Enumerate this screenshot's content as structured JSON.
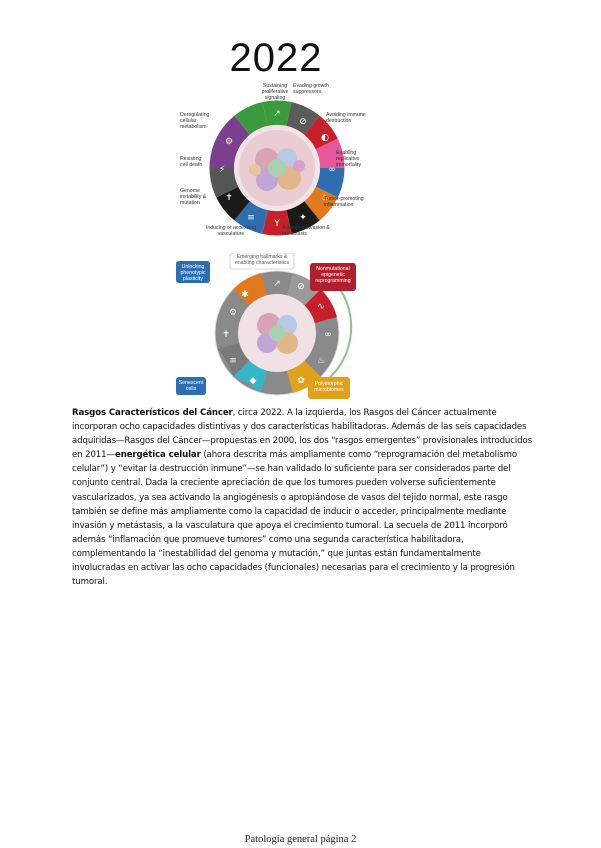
{
  "figure": {
    "year": "2022",
    "hallmarks": {
      "sustaining": "Sustaining proliferative signaling",
      "evading": "Evading growth suppressors",
      "avoiding": "Avoiding immune destruction",
      "enabling": "Enabling replicative immortality",
      "tumor_promoting": "Tumor-promoting inflammation",
      "activating": "Activating invasion & metastasis",
      "inducing": "Inducing or accessing vasculature",
      "genome": "Genome instability & mutation",
      "resisting": "Resisting cell death",
      "deregulating": "Deregulating cellular metabolism"
    },
    "emerging": {
      "header": "Emerging hallmarks & enabling characteristics",
      "unlocking": "Unlocking phenotypic plasticity",
      "nonmutational": "Nonmutational epigenetic reprogramming",
      "senescent": "Senescent cells",
      "polymorphic": "Polymorphic microbiomes"
    },
    "colors": {
      "green": "#3a9a3c",
      "purple": "#7a3f8f",
      "blue": "#2e6db0",
      "red": "#c8202a",
      "orange": "#e07a1c",
      "gray": "#8a8a8a"
    }
  },
  "caption": {
    "title": "Rasgos Característicos del Cáncer",
    "t1": ", circa 2022. A la izquierda, los Rasgos del Cáncer actualmente incorporan ocho capacidades distintivas y dos características habilitadoras. Además de las seis capacidades adquiridas—Rasgos del Cáncer—propuestas en 2000, los dos “rasgos emergentes” provisionales introducidos en 2011—",
    "bold2": "energética celular",
    "t2": " (ahora descrita más ampliamente como “reprogramación del metabolismo celular”) y “evitar la destrucción inmune”—se han validado lo suficiente para ser considerados parte del conjunto central. Dada la creciente apreciación de que los tumores pueden volverse suficientemente vascularizados, ya sea activando la angiogénesis o apropiándose de vasos del tejido normal, este rasgo también se define más ampliamente como la capacidad de inducir o acceder, principalmente mediante invasión y metástasis, a la vasculatura que apoya el crecimiento tumoral. La secuela de 2011 incorporó además “inflamación que promueve tumores” como una segunda característica habilitadora, complementando la “inestabilidad del genoma y mutación,” que juntas están fundamentalmente involucradas en activar las ocho capacidades (funcionales) necesarias para el crecimiento y la progresión tumoral."
  },
  "footer": {
    "text": "Patologia general página 2"
  }
}
